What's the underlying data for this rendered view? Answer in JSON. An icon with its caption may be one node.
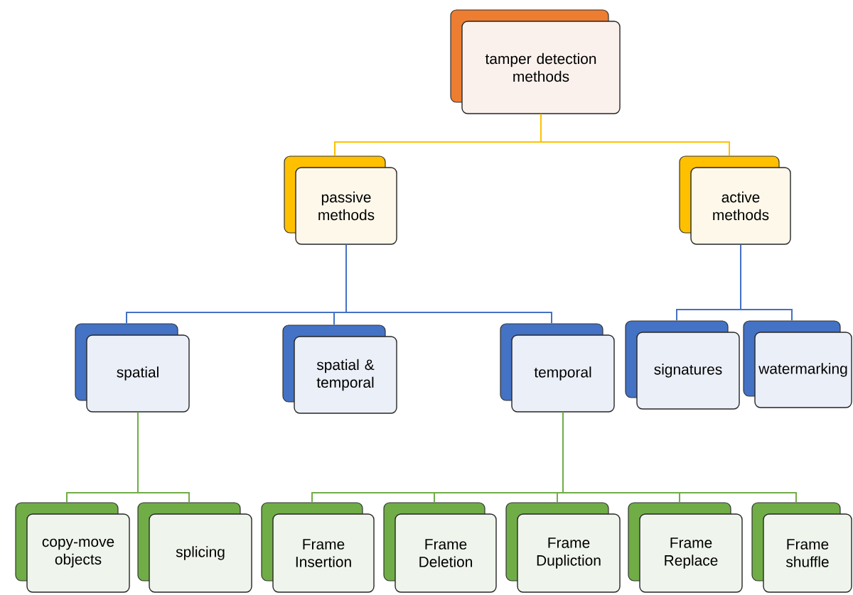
{
  "diagram": {
    "nodes": [
      {
        "text": [
          "tamper detection methods"
        ]
      },
      {
        "text": [
          "passive methods"
        ]
      },
      {
        "text": [
          "active methods"
        ]
      },
      {
        "text": [
          "spatial"
        ]
      },
      {
        "text": [
          "spatial & temporal"
        ]
      },
      {
        "text": [
          "temporal"
        ]
      },
      {
        "text": [
          "signatures"
        ]
      },
      {
        "text": [
          "watermarking"
        ]
      },
      {
        "text": [
          "copy-move objects"
        ]
      },
      {
        "text": [
          "splicing"
        ]
      },
      {
        "text": [
          "Frame Insertion"
        ]
      },
      {
        "text": [
          "Frame Deletion"
        ]
      },
      {
        "text": [
          "Frame Dupliction"
        ]
      },
      {
        "text": [
          "Frame Replace"
        ]
      },
      {
        "text": [
          "Frame shuffle"
        ]
      }
    ],
    "edges": [
      {
        "from": 0,
        "to": 1,
        "arrow": "none",
        "color": "#ffc000"
      },
      {
        "from": 0,
        "to": 2,
        "arrow": "none",
        "color": "#ffc000"
      },
      {
        "from": 1,
        "to": 3,
        "arrow": "none",
        "color": "#4472c4"
      },
      {
        "from": 1,
        "to": 4,
        "arrow": "none",
        "color": "#4472c4"
      },
      {
        "from": 1,
        "to": 5,
        "arrow": "none",
        "color": "#4472c4"
      },
      {
        "from": 2,
        "to": 6,
        "arrow": "none",
        "color": "#4472c4"
      },
      {
        "from": 2,
        "to": 7,
        "arrow": "none",
        "color": "#4472c4"
      },
      {
        "from": 3,
        "to": 8,
        "arrow": "none"
      },
      {
        "from": 3,
        "to": 9,
        "arrow": "none"
      },
      {
        "from": 5,
        "to": 10,
        "arrow": "none"
      },
      {
        "from": 5,
        "to": 11,
        "arrow": "none"
      },
      {
        "from": 5,
        "to": 12,
        "arrow": "none"
      },
      {
        "from": 5,
        "to": 13,
        "arrow": "none"
      },
      {
        "from": 5,
        "to": 14,
        "arrow": "none"
      }
    ]
  }
}
